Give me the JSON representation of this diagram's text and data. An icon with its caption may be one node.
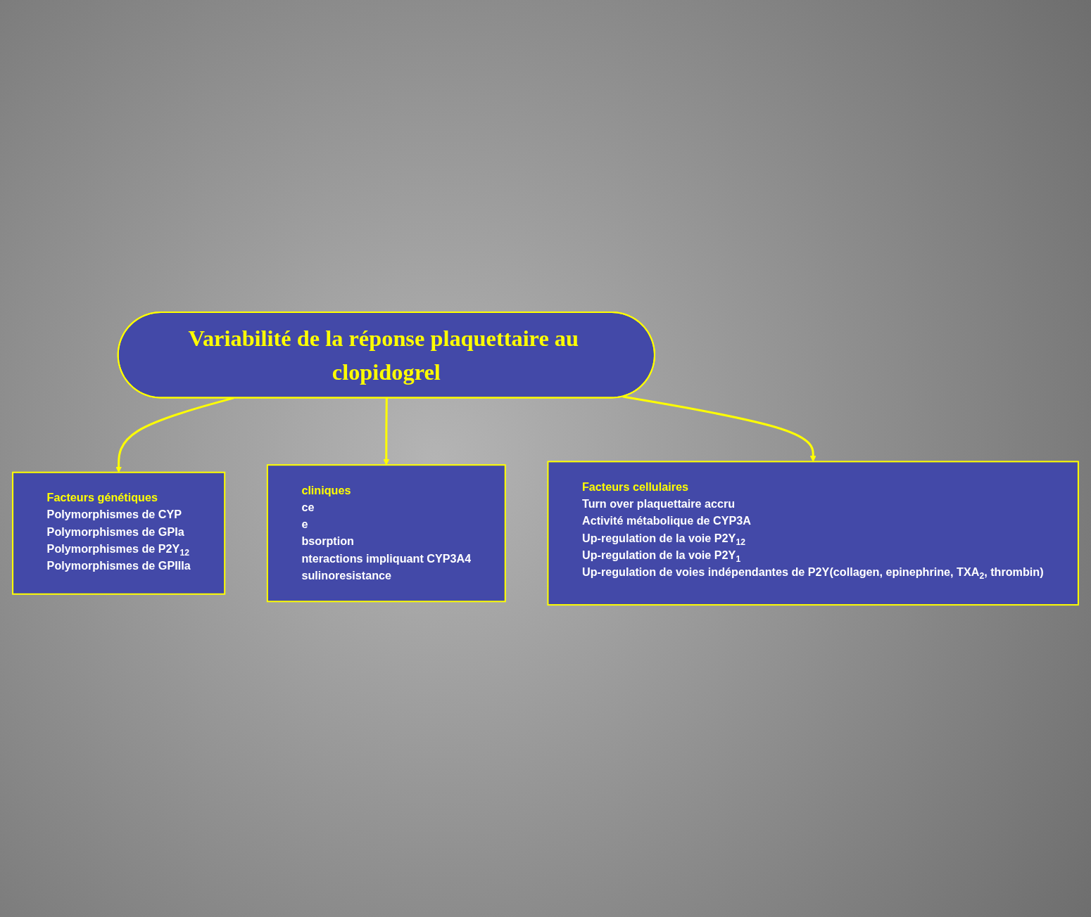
{
  "diagram": {
    "nodes": [
      {
        "text": [
          "Facteurs génétiques",
          "Polymorphismes de CYP",
          "Polymorphismes de GPIa",
          "Polymorphismes de  P2Y$_{12}$",
          "Polymorphismes de GPIIIa"
        ]
      },
      {
        "text": [
          "Variabilité de la réponse plaquettaire au clopidogrel"
        ]
      },
      {
        "text": [
          "cliniques",
          "ce",
          "e",
          "bsorption",
          "nteractions impliquant CYP3A4",
          "sulinoresistance"
        ]
      },
      {
        "text": [
          "Facteurs cellulaires",
          "Turn over plaquettaire accru",
          "Activité métabolique de CYP3A",
          "Up-regulation de la voie P2Y$_{12}$",
          "Up-regulation de la voie P2Y$_{1}$",
          "Up-regulation de voies indépendantes de P2Y(collagen, epinephrine, TXA$_{2}$, thrombin)"
        ]
      }
    ],
    "edges": [
      {
        "from": 1,
        "to": 0,
        "arrow": "to"
      },
      {
        "from": 1,
        "to": 2,
        "arrow": "to"
      },
      {
        "from": 1,
        "to": 3,
        "arrow": "to"
      }
    ]
  }
}
